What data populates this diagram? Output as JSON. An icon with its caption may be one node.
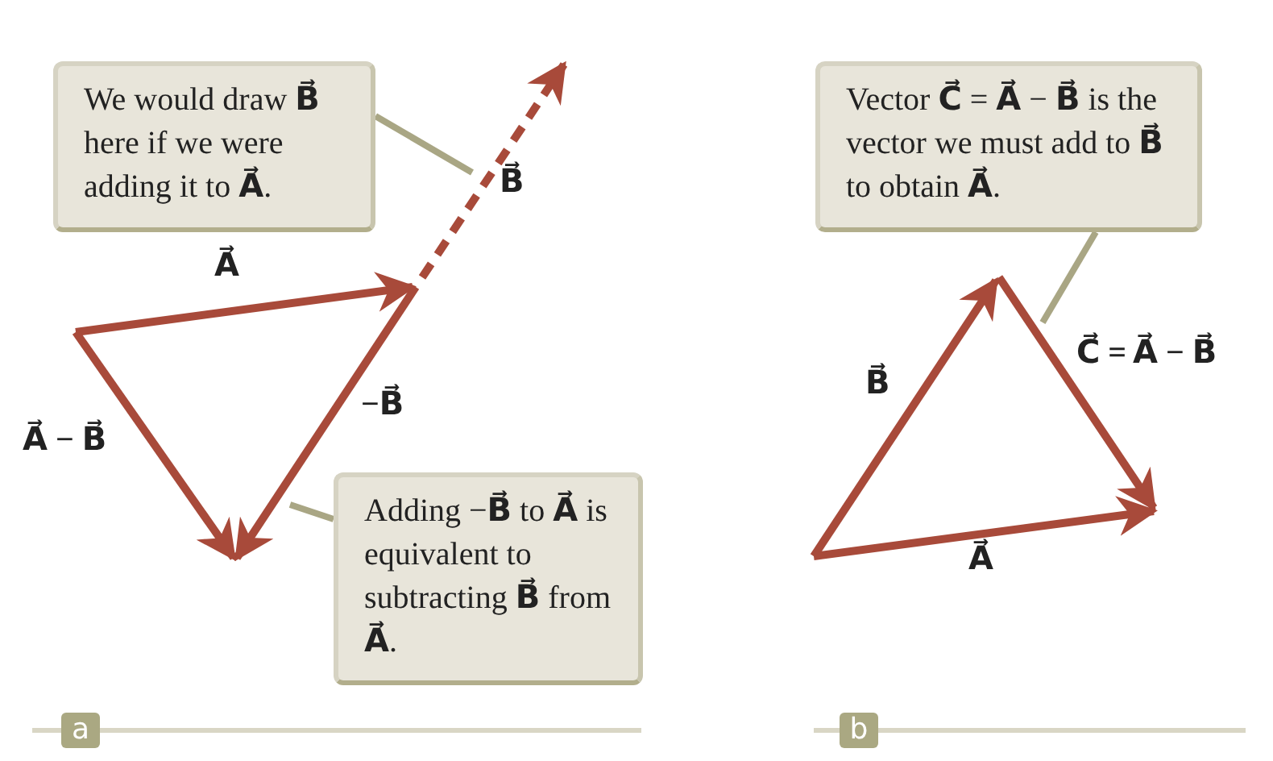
{
  "diagram": {
    "nodes": [
      {
        "text": [
          "We would draw **B⃗** here if we were adding it to **A⃗**."
        ]
      },
      {
        "text": [
          "Adding −**B⃗** to **A⃗** is equivalent to subtracting **B⃗** from **A⃗**."
        ]
      },
      {
        "text": [
          "Vector **C⃗** = **A⃗** − **B⃗** is the vector we must add to **B⃗** to obtain **A⃗**."
        ]
      }
    ],
    "edges": [
      {
        "from": 0,
        "to": null,
        "arrow": "none"
      },
      {
        "from": 1,
        "to": null,
        "arrow": "none"
      },
      {
        "from": 2,
        "to": null,
        "arrow": "none"
      }
    ],
    "labels": [
      "B⃗",
      "A⃗",
      "−B⃗",
      "A⃗ − B⃗",
      "a",
      "B⃗",
      "C⃗ = A⃗ − B⃗",
      "A⃗",
      "b"
    ]
  }
}
